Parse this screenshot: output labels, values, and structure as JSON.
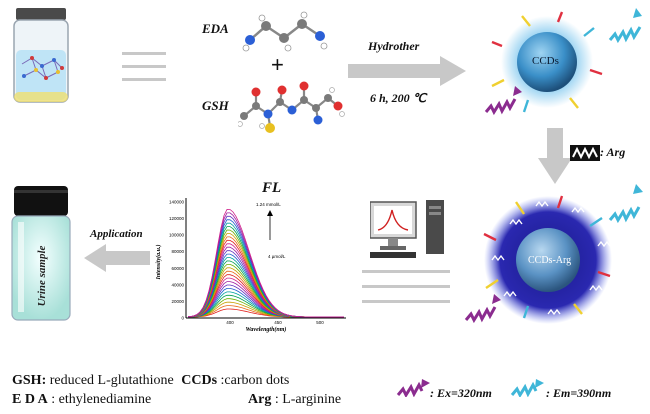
{
  "reagents": {
    "eda": "EDA",
    "plus": "+",
    "gsh": "GSH"
  },
  "reaction": {
    "method": "Hydrother",
    "conditions": "6 h,  200 ℃"
  },
  "ccds_label": "CCDs",
  "ccds_arg_label": "CCDs-Arg",
  "arg_step": ": Arg",
  "fl_title": "FL",
  "spectrum": {
    "ylabel": "Intensity(a.u.)",
    "xlabel": "Wavelength(nm)",
    "yticks": [
      "140000",
      "120000",
      "100000",
      "80000",
      "60000",
      "40000",
      "20000",
      "0"
    ],
    "xticks": [
      "400",
      "450",
      "500"
    ],
    "annot_top": "1.24 mmol/L",
    "annot_bottom": "4 µmol/L"
  },
  "application": "Application",
  "urine_label": "Urine sample",
  "legend": {
    "gsh_key": "GSH:",
    "gsh_val": " reduced L-glutathione",
    "ccds_key": "CCDs",
    "ccds_val": " :carbon dots",
    "eda_key": "E D A",
    "eda_val": " : ethylenediamine",
    "arg_key": "Arg",
    "arg_val": " : L-arginine",
    "ex": ": Ex=320nm",
    "em": ": Em=390nm"
  },
  "colors": {
    "excitation": "#8b2c8f",
    "emission": "#3fb6d8",
    "arrow": "#c8c8c8",
    "dot_core": "#3a8fc8"
  }
}
